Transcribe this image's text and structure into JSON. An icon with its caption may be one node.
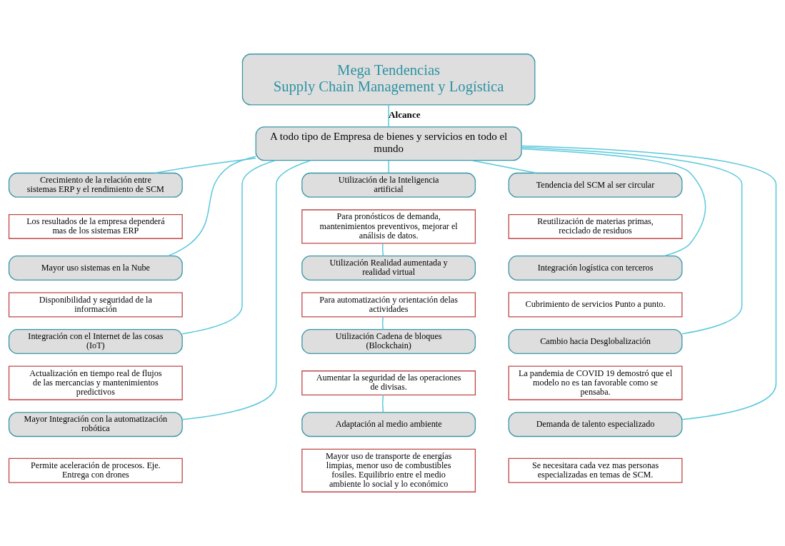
{
  "diagram": {
    "nodes": [
      {
        "text": [
          "Mega Tendencias",
          "Supply Chain Management y Logística"
        ]
      },
      {
        "text": [
          "A todo tipo de Empresa de bienes y servicios en todo el mundo"
        ]
      },
      {
        "text": [
          "Crecimiento de la relación entre sistemas ERP y el rendimiento de SCM"
        ]
      },
      {
        "text": [
          "Los resultados de la empresa dependerá mas de los sistemas ERP"
        ]
      },
      {
        "text": [
          "Mayor uso sistemas en la Nube"
        ]
      },
      {
        "text": [
          "Disponibilidad y seguridad de la información"
        ]
      },
      {
        "text": [
          "Integración con el Internet de las cosas (IoT)"
        ]
      },
      {
        "text": [
          "Actualización en tiempo real de flujos de las mercancias y mantenimientos predictivos"
        ]
      },
      {
        "text": [
          "Mayor Integración con la automatización robótica"
        ]
      },
      {
        "text": [
          "Permite aceleración de procesos. Eje. Entrega con drones"
        ]
      },
      {
        "text": [
          "Utilización de la Inteligencia artificial"
        ]
      },
      {
        "text": [
          "Para pronósticos de demanda, mantenimientos preventivos, mejorar el análisis de datos."
        ]
      },
      {
        "text": [
          "Utilización Realidad aumentada y realidad virtual"
        ]
      },
      {
        "text": [
          "Para automatización y orientación delas actividades"
        ]
      },
      {
        "text": [
          "Utilización Cadena de bloques (Blockchain)"
        ]
      },
      {
        "text": [
          "Aumentar la seguridad de las operaciones de divisas."
        ]
      },
      {
        "text": [
          "Adaptación al medio ambiente"
        ]
      },
      {
        "text": [
          "Mayor uso de transporte de energías limpias, menor uso de combustibles fosiles. Equilibrio entre el medio ambiente lo social y lo económico"
        ]
      },
      {
        "text": [
          "Tendencia del SCM al ser circular"
        ]
      },
      {
        "text": [
          "Reutilización de materias primas, reciclado de residuos"
        ]
      },
      {
        "text": [
          "Integración logística con terceros"
        ]
      },
      {
        "text": [
          "Cubrimiento de servicios Punto a punto."
        ]
      },
      {
        "text": [
          "Cambio hacia Desglobalización"
        ]
      },
      {
        "text": [
          "La pandemia de COVID 19 demostró que el modelo no es tan favorable como se pensaba."
        ]
      },
      {
        "text": [
          "Demanda de talento especializado"
        ]
      },
      {
        "text": [
          "Se necesitara cada vez mas personas especializadas en temas de SCM."
        ]
      }
    ],
    "edges": [
      {
        "from": 0,
        "to": 1,
        "arrow": "none",
        "label": "Alcance"
      },
      {
        "from": 1,
        "to": 2,
        "arrow": "none"
      },
      {
        "from": 1,
        "to": 4,
        "arrow": "none"
      },
      {
        "from": 1,
        "to": 6,
        "arrow": "none"
      },
      {
        "from": 1,
        "to": 8,
        "arrow": "none"
      },
      {
        "from": 1,
        "to": 10,
        "arrow": "none"
      },
      {
        "from": 11,
        "to": 12,
        "arrow": "none"
      },
      {
        "from": 13,
        "to": 14,
        "arrow": "none"
      },
      {
        "from": 15,
        "to": 16,
        "arrow": "none"
      },
      {
        "from": 1,
        "to": 18,
        "arrow": "none"
      },
      {
        "from": 1,
        "to": 20,
        "arrow": "none"
      },
      {
        "from": 1,
        "to": 22,
        "arrow": "none"
      },
      {
        "from": 1,
        "to": 24,
        "arrow": "none"
      }
    ]
  }
}
